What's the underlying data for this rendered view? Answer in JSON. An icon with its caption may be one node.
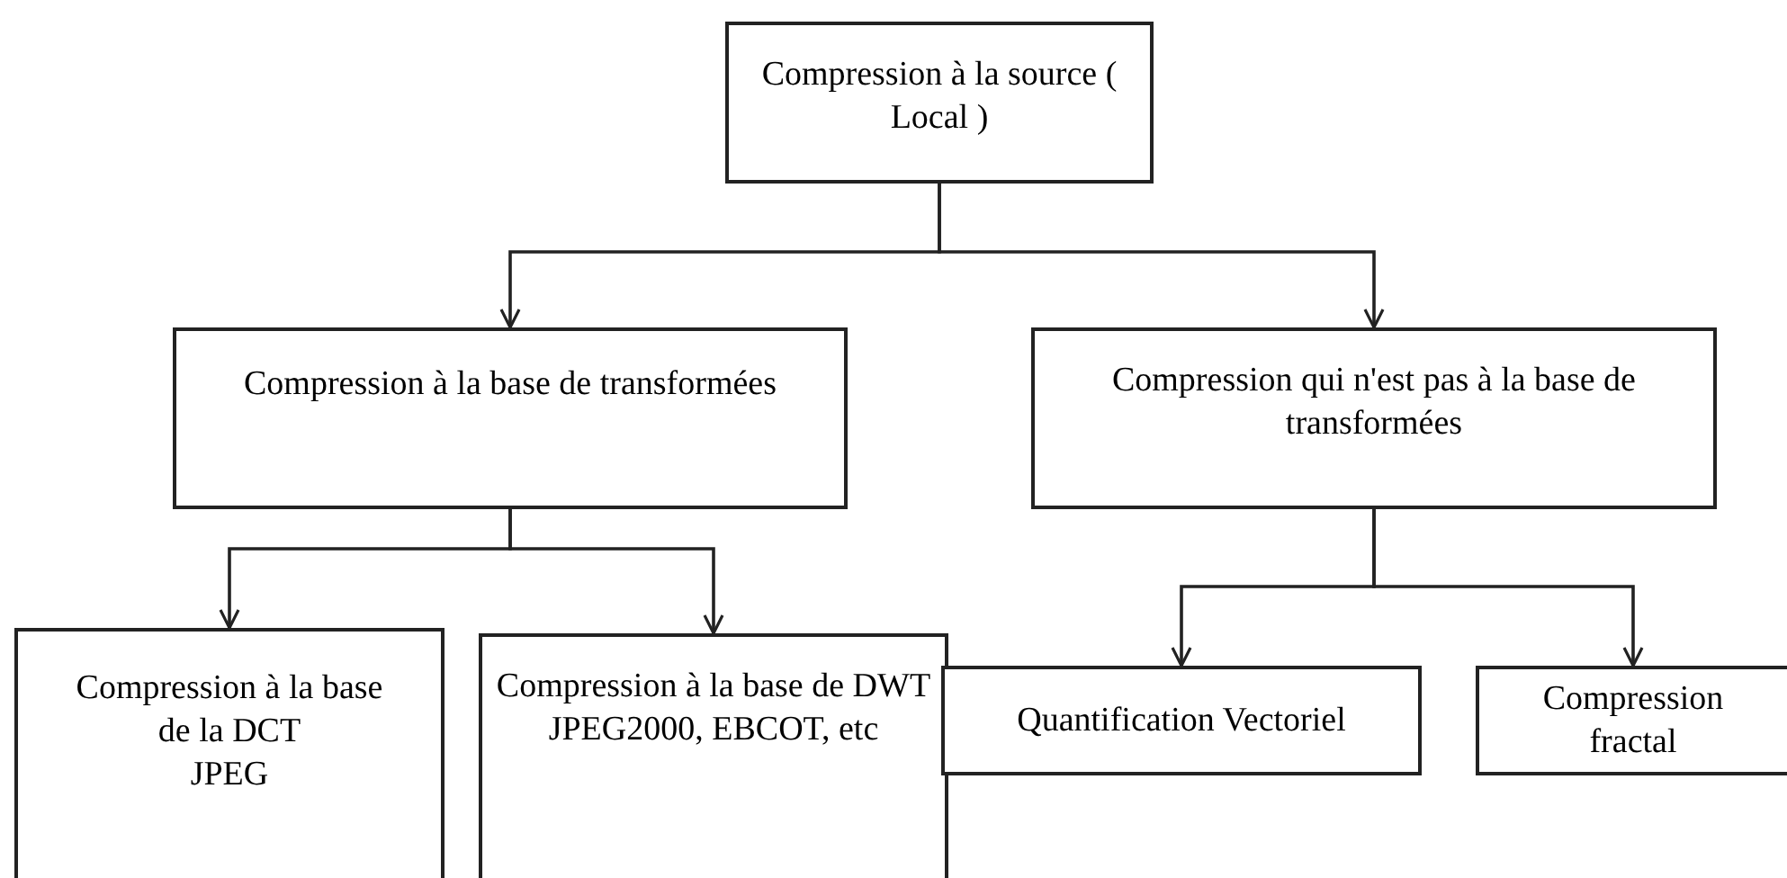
{
  "diagram": {
    "nodes": [
      {
        "text": [
          "Compression à la source ( Local )"
        ]
      },
      {
        "text": [
          "Compression à la base de transformées"
        ]
      },
      {
        "text": [
          "Compression qui n'est pas à la base de transformées"
        ]
      },
      {
        "text": [
          "Compression à la base de la DCT",
          "JPEG"
        ]
      },
      {
        "text": [
          "Compression à la base de DWT",
          "JPEG2000, EBCOT, etc"
        ]
      },
      {
        "text": [
          "Quantification Vectoriel"
        ]
      },
      {
        "text": [
          "Compression fractal"
        ]
      }
    ],
    "edges": [
      {
        "from": 0,
        "to": 1,
        "arrow": "to"
      },
      {
        "from": 0,
        "to": 2,
        "arrow": "to"
      },
      {
        "from": 1,
        "to": 3,
        "arrow": "to"
      },
      {
        "from": 1,
        "to": 4,
        "arrow": "to"
      },
      {
        "from": 2,
        "to": 5,
        "arrow": "to"
      },
      {
        "from": 2,
        "to": 6,
        "arrow": "to"
      }
    ]
  }
}
